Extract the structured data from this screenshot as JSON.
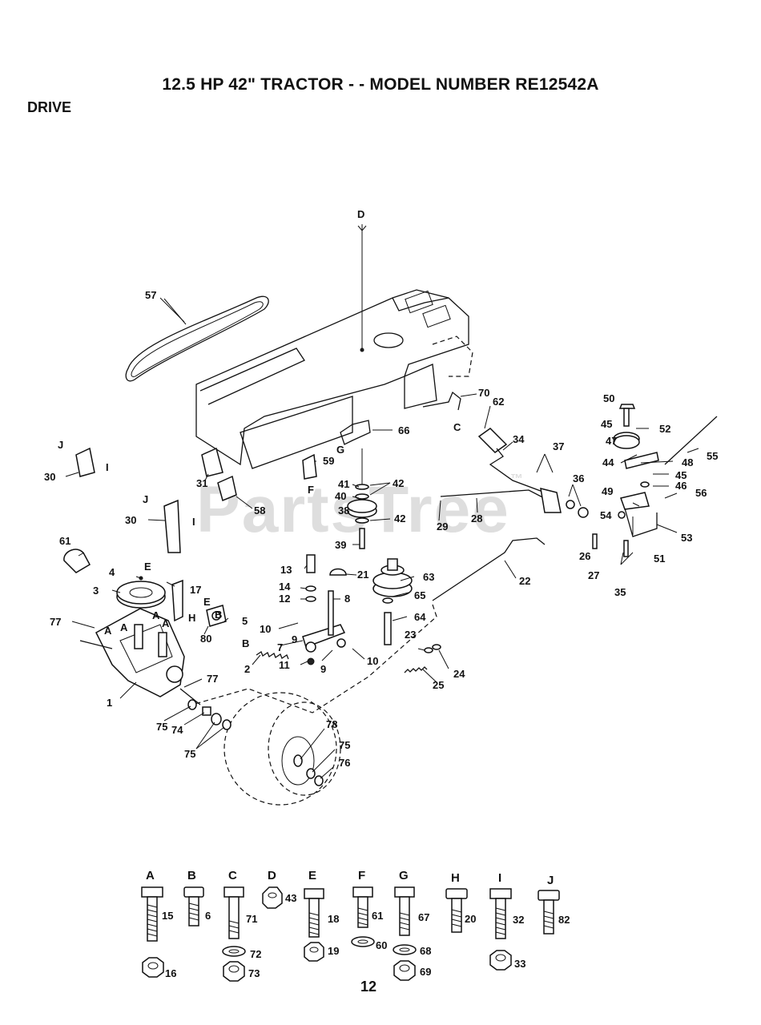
{
  "header": {
    "title": "12.5 HP 42\"  TRACTOR - - MODEL NUMBER RE12542A",
    "section": "DRIVE"
  },
  "page_number": "12",
  "watermark": {
    "text": "PartsTree",
    "mark": "™"
  },
  "callouts": [
    "1",
    "2",
    "3",
    "4",
    "5",
    "7",
    "8",
    "9",
    "9",
    "10",
    "10",
    "11",
    "12",
    "13",
    "14",
    "17",
    "21",
    "22",
    "23",
    "24",
    "25",
    "26",
    "27",
    "28",
    "29",
    "30",
    "30",
    "31",
    "34",
    "35",
    "36",
    "37",
    "38",
    "39",
    "40",
    "41",
    "42",
    "42",
    "42",
    "44",
    "45",
    "45",
    "46",
    "47",
    "48",
    "49",
    "50",
    "51",
    "52",
    "53",
    "54",
    "55",
    "56",
    "57",
    "58",
    "59",
    "61",
    "62",
    "63",
    "64",
    "65",
    "66",
    "70",
    "74",
    "75",
    "75",
    "75",
    "76",
    "77",
    "77",
    "78",
    "80"
  ],
  "reference_letters_in_diagram": [
    "D",
    "C",
    "G",
    "F",
    "J",
    "J",
    "I",
    "I",
    "E",
    "H",
    "E",
    "B",
    "B",
    "A",
    "A",
    "A",
    "A"
  ],
  "hardware_legend": [
    {
      "letter": "A",
      "parts": [
        "15",
        "16"
      ]
    },
    {
      "letter": "B",
      "parts": [
        "6"
      ]
    },
    {
      "letter": "C",
      "parts": [
        "71",
        "72",
        "73"
      ]
    },
    {
      "letter": "D",
      "parts": [
        "43"
      ]
    },
    {
      "letter": "E",
      "parts": [
        "18",
        "19"
      ]
    },
    {
      "letter": "F",
      "parts": [
        "61",
        "60"
      ]
    },
    {
      "letter": "G",
      "parts": [
        "67",
        "68",
        "69"
      ]
    },
    {
      "letter": "H",
      "parts": [
        "20"
      ]
    },
    {
      "letter": "I",
      "parts": [
        "32",
        "33"
      ]
    },
    {
      "letter": "J",
      "parts": [
        "82"
      ]
    }
  ]
}
